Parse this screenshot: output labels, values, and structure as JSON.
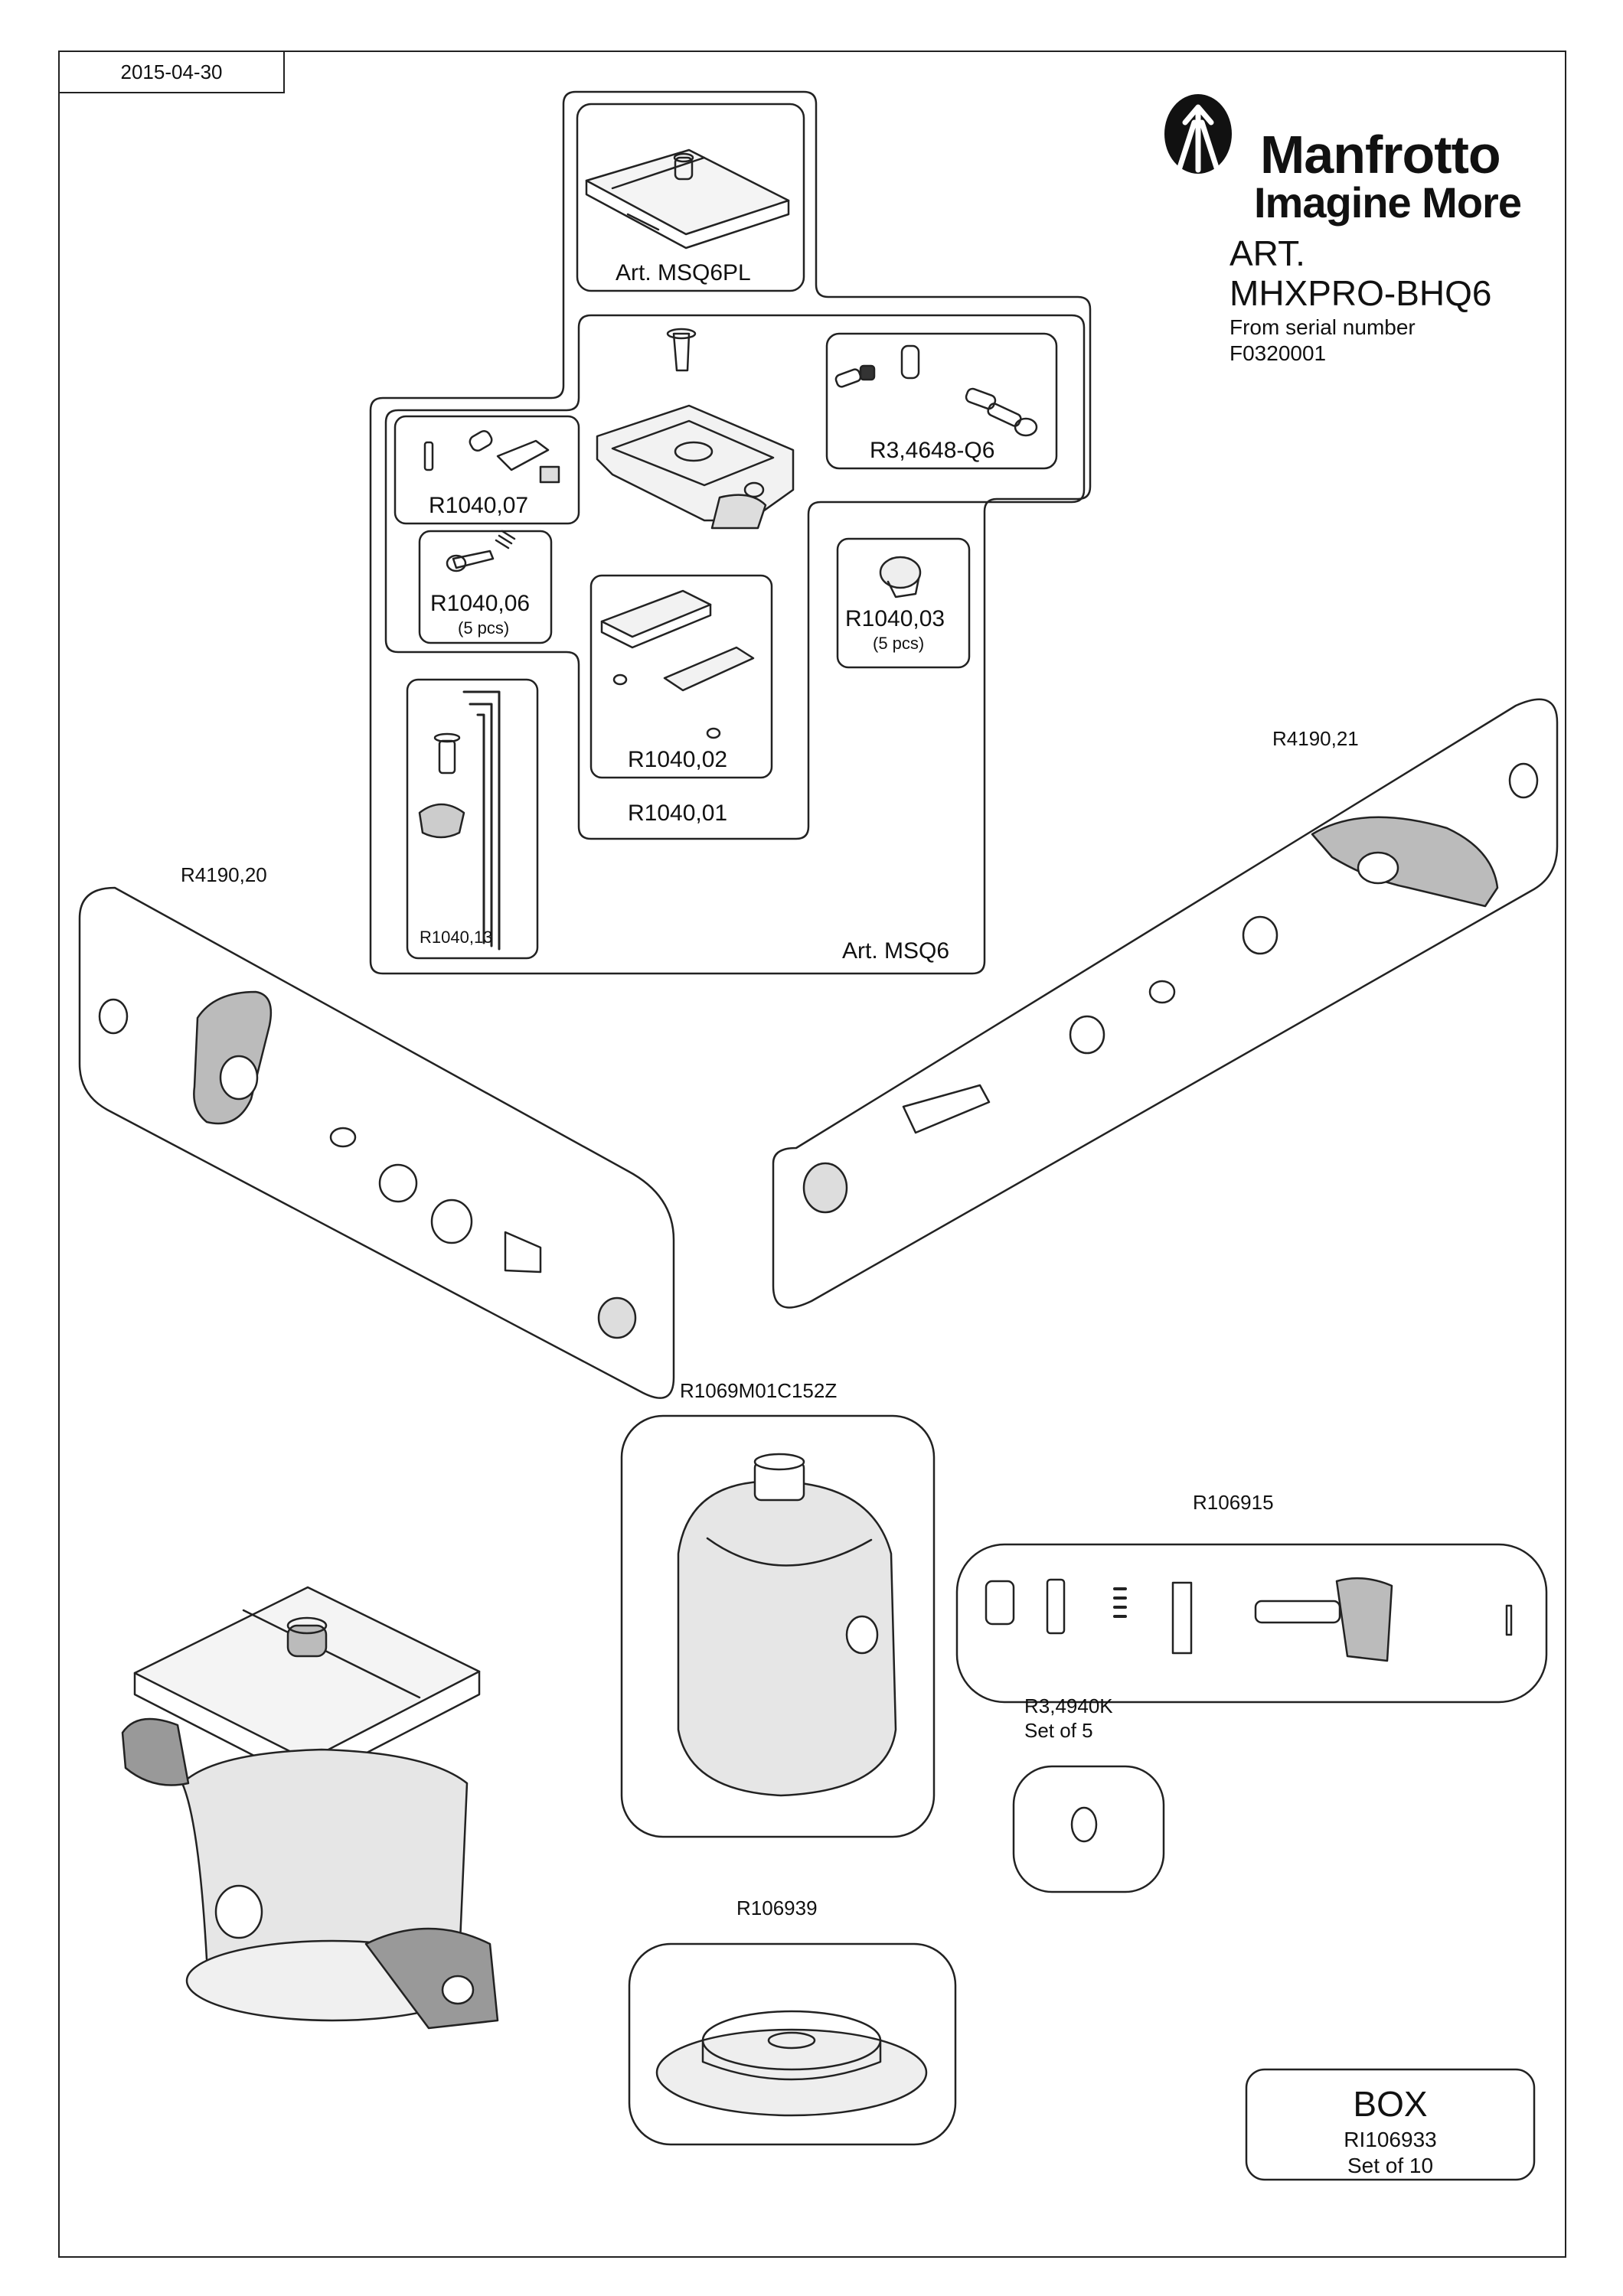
{
  "header": {
    "date": "2015-04-30",
    "brand": "Manfrotto",
    "tagline": "Imagine More",
    "art_label": "ART.",
    "art_code": "MHXPRO-BHQ6",
    "serial_line1": "From serial number",
    "serial_line2": "F0320001"
  },
  "parts": {
    "msq6pl": "Art. MSQ6PL",
    "r3_4648_q6": "R3,4648-Q6",
    "r1040_07": "R1040,07",
    "r1040_06": "R1040,06",
    "r1040_06_qty": "(5 pcs)",
    "r1040_03": "R1040,03",
    "r1040_03_qty": "(5 pcs)",
    "r1040_02": "R1040,02",
    "r1040_01": "R1040,01",
    "r1040_13": "R1040,13",
    "msq6": "Art. MSQ6",
    "r4190_20": "R4190,20",
    "r4190_21": "R4190,21",
    "r1069m01": "R1069M01C152Z",
    "r106915": "R106915",
    "r3_4940k": "R3,4940K",
    "r3_4940k_qty": "Set of 5",
    "r106939": "R106939"
  },
  "box": {
    "title": "BOX",
    "code": "RI106933",
    "qty": "Set of 10"
  }
}
